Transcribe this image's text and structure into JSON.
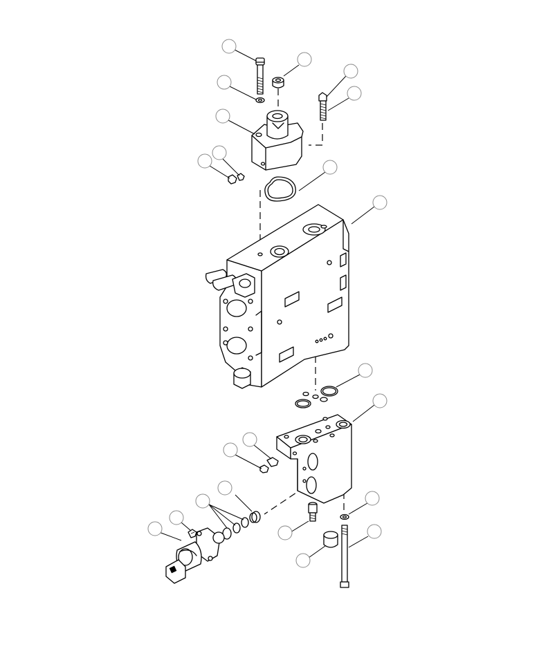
{
  "diagram": {
    "callouts": [
      {
        "id": "c1",
        "label": ""
      },
      {
        "id": "c2",
        "label": ""
      },
      {
        "id": "c3",
        "label": ""
      },
      {
        "id": "c4",
        "label": ""
      },
      {
        "id": "c5",
        "label": ""
      },
      {
        "id": "c6",
        "label": ""
      },
      {
        "id": "c7",
        "label": ""
      },
      {
        "id": "c8",
        "label": ""
      },
      {
        "id": "c9",
        "label": ""
      },
      {
        "id": "c10",
        "label": ""
      },
      {
        "id": "c11",
        "label": ""
      },
      {
        "id": "c12",
        "label": ""
      },
      {
        "id": "c13",
        "label": ""
      },
      {
        "id": "c14",
        "label": ""
      },
      {
        "id": "c15",
        "label": ""
      },
      {
        "id": "c16",
        "label": ""
      },
      {
        "id": "c17",
        "label": ""
      },
      {
        "id": "c18",
        "label": ""
      },
      {
        "id": "c19",
        "label": ""
      },
      {
        "id": "c20",
        "label": ""
      },
      {
        "id": "c21",
        "label": ""
      },
      {
        "id": "c22",
        "label": ""
      },
      {
        "id": "c23",
        "label": ""
      },
      {
        "id": "c24",
        "label": ""
      },
      {
        "id": "c25",
        "label": ""
      }
    ],
    "colors": {
      "line": "#000000",
      "callout_circle": "#8a8a8a",
      "background": "#ffffff"
    }
  }
}
